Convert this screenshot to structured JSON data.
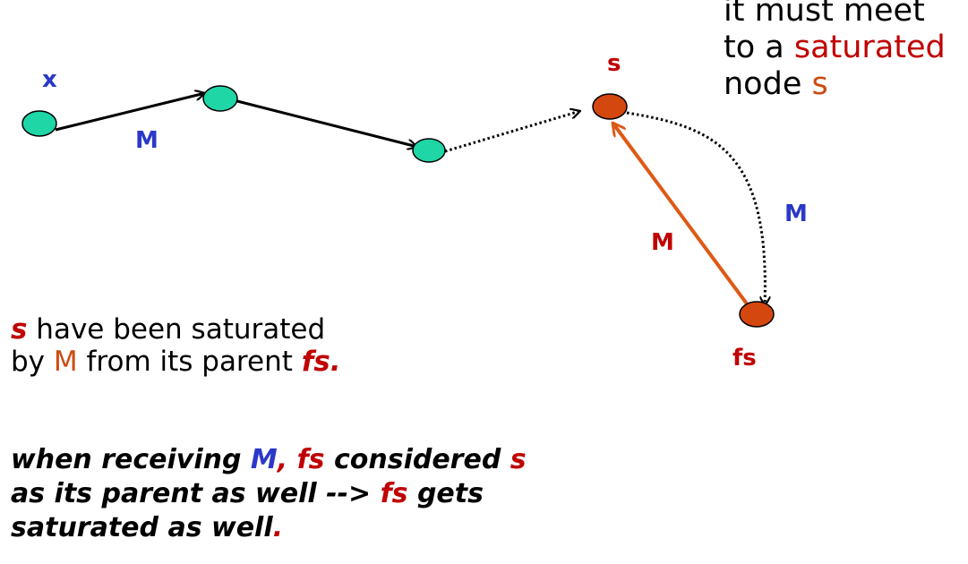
{
  "top_note": {
    "line1": "it must meet",
    "line2_prefix": "to a ",
    "line2_highlight": "saturated",
    "line3_prefix": "node ",
    "line3_highlight": "s"
  },
  "labels": {
    "x": "x",
    "m_first_edge": "M",
    "s_node": "s",
    "m_dotted": "M",
    "m_red_edge": "M",
    "fs_node": "fs"
  },
  "paragraph1": {
    "s": "s",
    "text1": " have been saturated",
    "text2_prefix": "by ",
    "m": "M",
    "text2_middle": " from its parent ",
    "fs": "fs",
    "period": "."
  },
  "paragraph2": {
    "line1_prefix": "when receiving ",
    "m": "M",
    "comma": ",",
    "fs1": " fs",
    "line1_middle": " considered ",
    "s": "s",
    "line2_prefix": "as its parent as well --> ",
    "fs2": "fs",
    "line2_suffix": " gets",
    "line3_prefix": "saturated as well",
    "period": "."
  },
  "colors": {
    "teal_node": "#1ed6a6",
    "orange_node": "#d4470f",
    "red_text": "#c00000",
    "orange_text": "#cc4b0f",
    "blue_text": "#2b38c8",
    "red_edge": "#dd5a16"
  }
}
